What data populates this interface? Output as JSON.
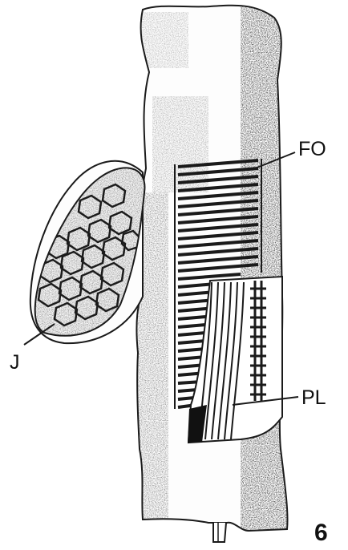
{
  "figure": {
    "labels": {
      "fo": "FO",
      "j": "J",
      "pl": "PL"
    },
    "figure_number": "6"
  },
  "colors": {
    "ink": "#1a1a1a",
    "paper": "#ffffff",
    "stipple": "#2b2b2b"
  }
}
